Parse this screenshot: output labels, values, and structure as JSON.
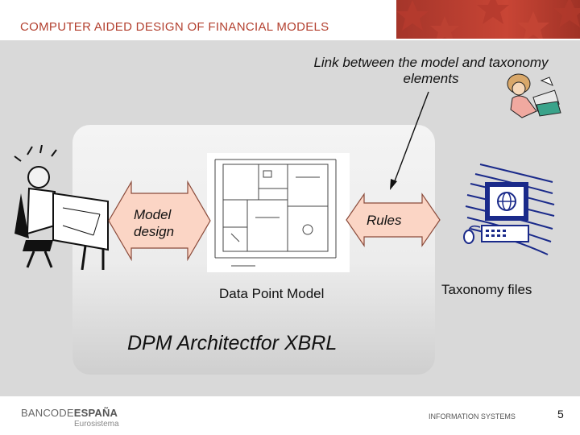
{
  "header": {
    "title": "COMPUTER AIDED DESIGN OF FINANCIAL MODELS"
  },
  "diagram": {
    "callout": "Link between the model and taxonomy elements",
    "left_arrow_label_line1": "Model",
    "left_arrow_label_line2": "design",
    "right_arrow_label": "Rules",
    "center_label": "Data Point Model",
    "right_label": "Taxonomy files",
    "product_title": "DPM Architectfor XBRL"
  },
  "footer": {
    "bank_name_light": "BANCODE",
    "bank_name_bold": "ESPAÑA",
    "bank_subtitle": "Eurosistema",
    "section": "INFORMATION SYSTEMS",
    "page_number": "5"
  },
  "colors": {
    "accent": "#b3402f",
    "arrow_fill": "#fbd5c5",
    "arrow_stroke": "#8a4a3a",
    "monitor_blue": "#1a2a8a"
  },
  "icons": {
    "person_at_drafting_table": "drafting-person-icon",
    "thinking_woman": "thinking-woman-icon",
    "floor_plan": "floor-plan-icon",
    "computer_globe": "computer-globe-icon"
  }
}
